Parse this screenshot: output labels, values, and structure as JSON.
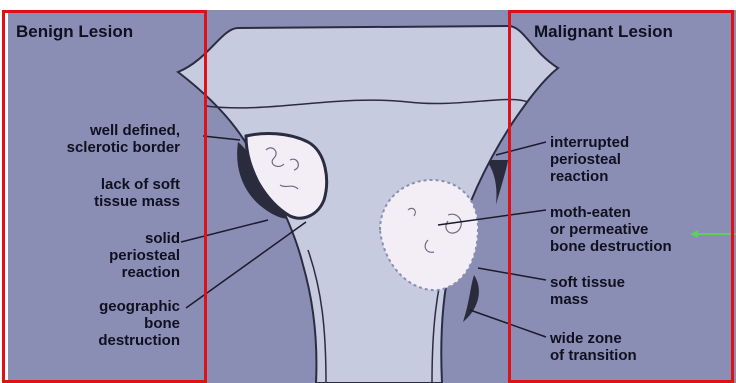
{
  "headings": {
    "benign": "Benign Lesion",
    "malignant": "Malignant Lesion"
  },
  "benign_features": [
    [
      "well defined,",
      "sclerotic border"
    ],
    [
      "lack of soft",
      "tissue mass"
    ],
    [
      "solid",
      "periosteal",
      "reaction"
    ],
    [
      "geographic",
      "bone",
      "destruction"
    ]
  ],
  "malignant_features": [
    [
      "interrupted",
      "periosteal",
      "reaction"
    ],
    [
      "moth-eaten",
      "or permeative",
      "bone destruction"
    ],
    [
      "soft tissue",
      "mass"
    ],
    [
      "wide zone",
      "of transition"
    ]
  ],
  "colors": {
    "background": "#8a8eb4",
    "bone": "#c7cbe0",
    "lesion": "#f3eef6",
    "highlight_box": "#e01018",
    "text": "#0f1020"
  }
}
